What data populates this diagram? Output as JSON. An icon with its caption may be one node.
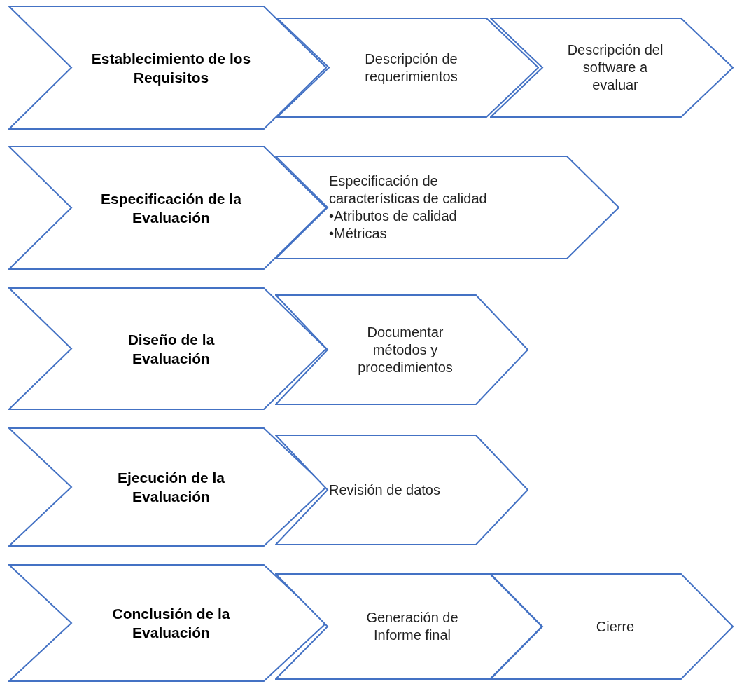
{
  "diagram": {
    "nodes": [
      {
        "text": [
          "Establecimiento de los Requisitos"
        ]
      },
      {
        "text": [
          "Descripción de requerimientos"
        ]
      },
      {
        "text": [
          "Descripción del software a evaluar"
        ]
      },
      {
        "text": [
          "Especificación de la Evaluación"
        ]
      },
      {
        "text": [
          "Especificación de características de calidad",
          "•Atributos de calidad",
          "•Métricas"
        ]
      },
      {
        "text": [
          "Diseño de la Evaluación"
        ]
      },
      {
        "text": [
          "Documentar métodos y procedimientos"
        ]
      },
      {
        "text": [
          "Ejecución de la Evaluación"
        ]
      },
      {
        "text": [
          "Revisión de datos"
        ]
      },
      {
        "text": [
          "Conclusión de la Evaluación"
        ]
      },
      {
        "text": [
          "Generación de Informe final"
        ]
      },
      {
        "text": [
          "Cierre"
        ]
      }
    ]
  }
}
